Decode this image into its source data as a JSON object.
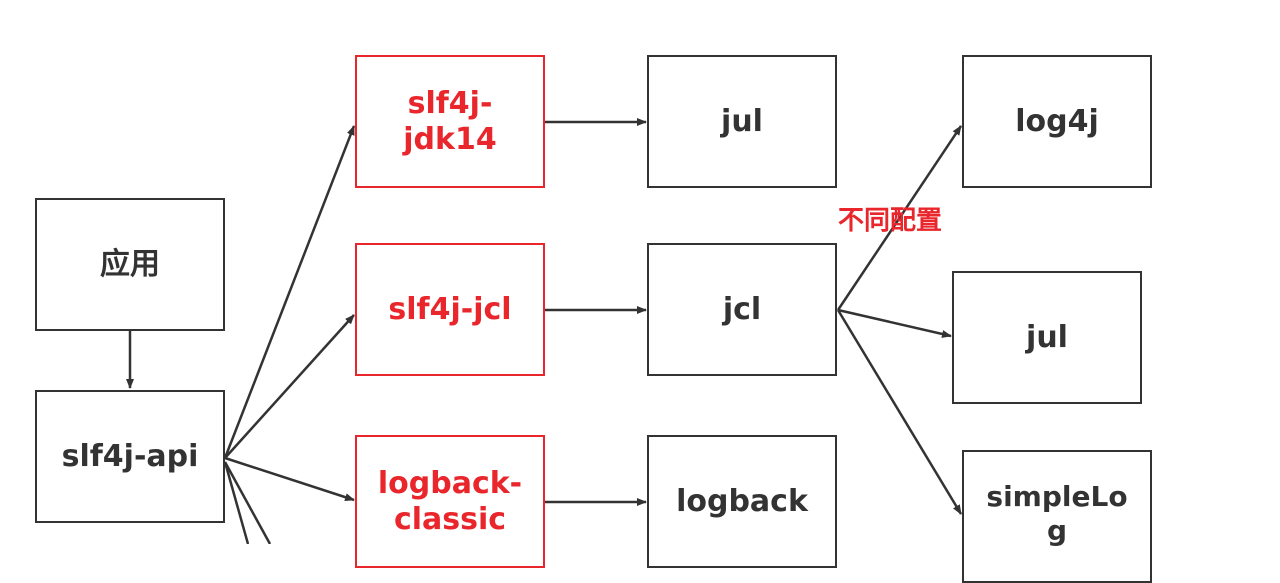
{
  "nodes": {
    "app": "应用",
    "slf4j_api": "slf4j-api",
    "slf4j_jdk14": "slf4j-\njdk14",
    "slf4j_jcl": "slf4j-jcl",
    "logback_classic": "logback-\nclassic",
    "jul_1": "jul",
    "jcl": "jcl",
    "logback": "logback",
    "log4j": "log4j",
    "jul_2": "jul",
    "simplelog": "simpleLo\ng"
  },
  "annotation": "不同配置",
  "colors": {
    "stroke": "#333333",
    "accent": "#e8262b"
  }
}
